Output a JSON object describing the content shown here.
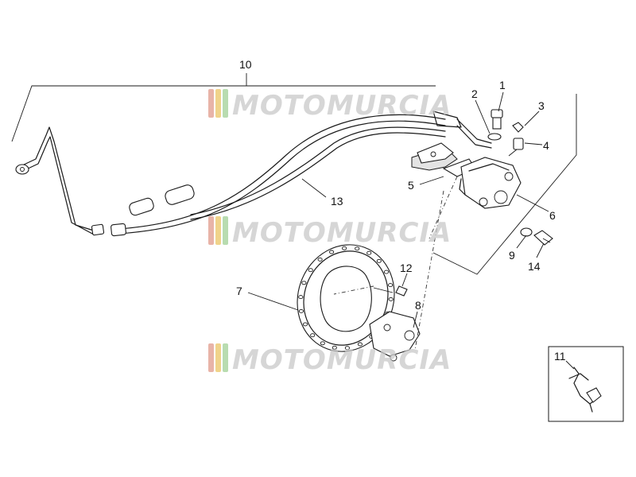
{
  "callouts": {
    "c1": "1",
    "c2": "2",
    "c3": "3",
    "c4": "4",
    "c5": "5",
    "c6": "6",
    "c7": "7",
    "c8": "8",
    "c9": "9",
    "c10": "10",
    "c11": "11",
    "c12": "12",
    "c13": "13",
    "c14": "14"
  },
  "watermark": {
    "text": "MOTOMURCIA",
    "stripe_colors": [
      "#e8b4a8",
      "#f0d38a",
      "#b8dcb0"
    ]
  }
}
